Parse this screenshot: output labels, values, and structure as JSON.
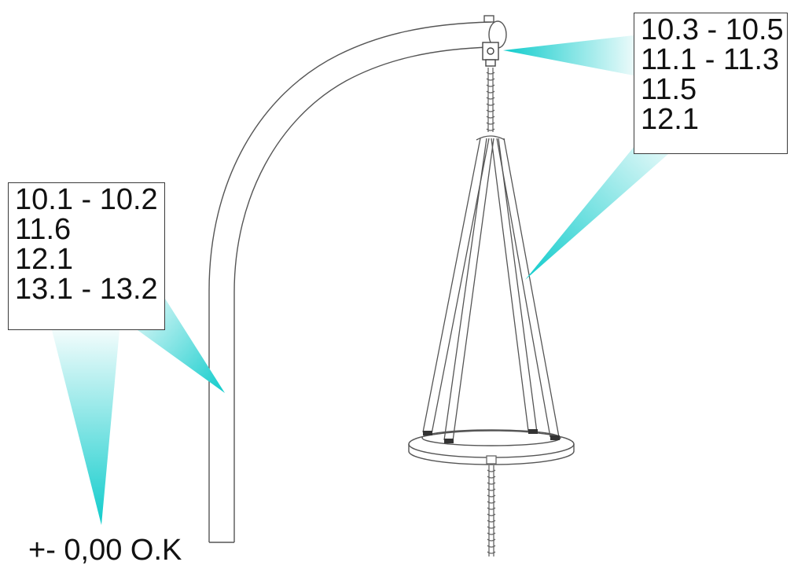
{
  "callouts": {
    "left": {
      "lines": [
        "10.1 - 10.2",
        "11.6",
        "12.1",
        "13.1 - 13.2"
      ]
    },
    "right": {
      "lines": [
        "10.3 - 10.5",
        "11.1 - 11.3",
        "11.5",
        "12.1"
      ]
    }
  },
  "ground_level": {
    "label": "+- 0,00 O.K"
  },
  "colors": {
    "pointer": "#18d6d6",
    "outline": "#555555",
    "box_border": "#3a3a3a"
  }
}
